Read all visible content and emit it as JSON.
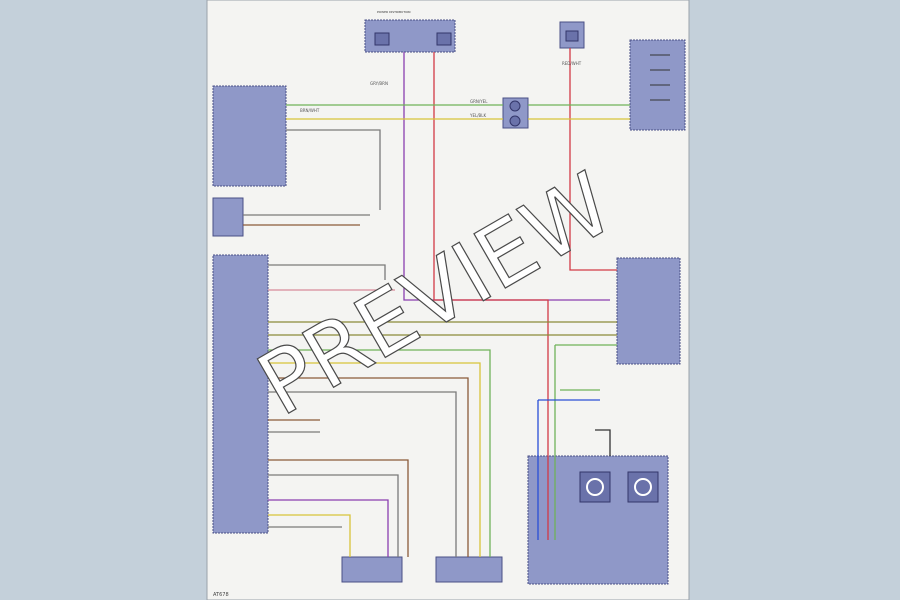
{
  "watermark": "PREVIEW",
  "page_label": "AT678",
  "wires": {
    "top_left": "GRY/BRN",
    "top_right": "RED/WHT",
    "mid": "BRN/WHT",
    "green": "GRN/YEL",
    "yellow": "YEL/BLK"
  },
  "colors": {
    "background": "#c4d0da",
    "sheet": "#f4f4f2",
    "box_fill": "#8f98c8",
    "box_stroke": "#4a4f86",
    "wire_red": "#d23a46",
    "wire_purple": "#8a3fb0",
    "wire_green": "#6fb25a",
    "wire_yellow": "#d8c43a",
    "wire_blue": "#2a4fd6",
    "wire_olive": "#8a8a3a",
    "wire_gray": "#7a7a7a",
    "wire_brown": "#8a5a3a",
    "wire_pink": "#d88a9a"
  }
}
